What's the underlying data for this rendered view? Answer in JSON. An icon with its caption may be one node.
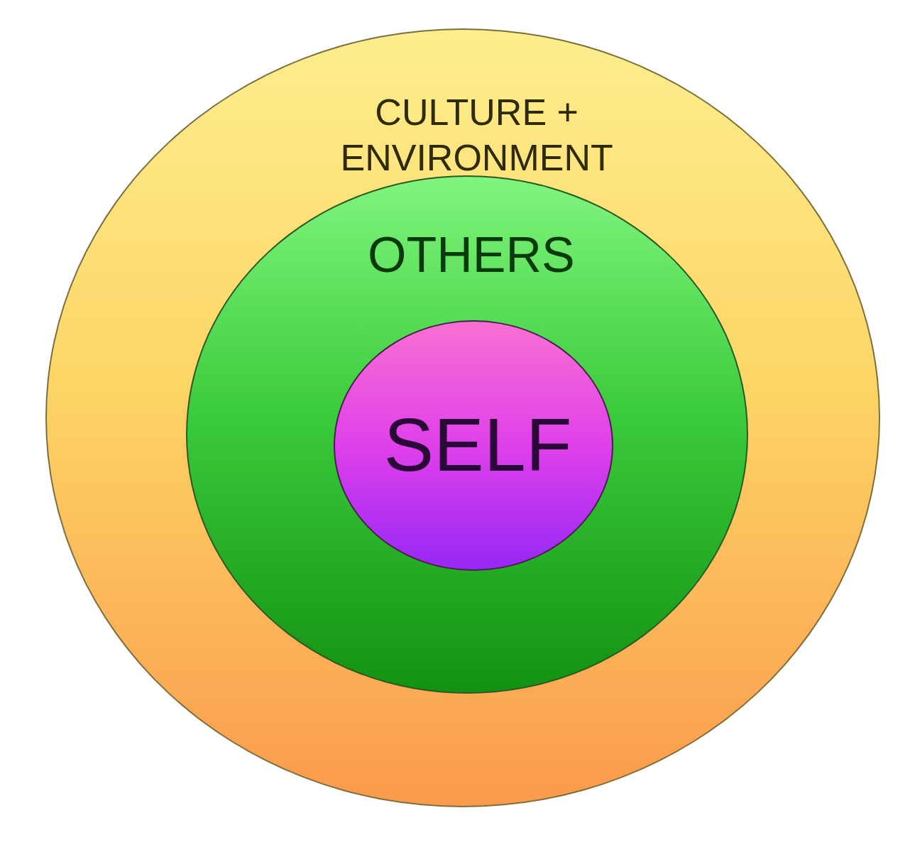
{
  "diagram": {
    "nodes": [
      {
        "text": [
          "CULTURE + ENVIRONMENT"
        ]
      },
      {
        "text": [
          "OTHERS"
        ],
        "in": 0
      },
      {
        "text": [
          "SELF"
        ],
        "in": 1
      }
    ]
  }
}
